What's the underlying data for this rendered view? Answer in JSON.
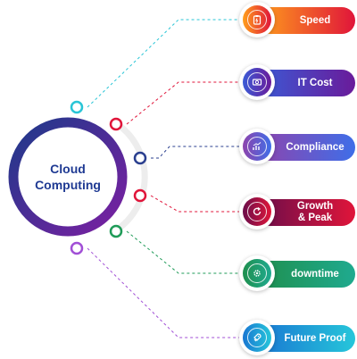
{
  "center": {
    "label_line1": "Cloud",
    "label_line2": "Computing"
  },
  "items": [
    {
      "label": "Speed",
      "icon": "clipboard-icon",
      "color_start": "#ff9f1c",
      "color_end": "#e0153a"
    },
    {
      "label": "IT Cost",
      "icon": "money-icon",
      "color_start": "#3b5bd6",
      "color_end": "#6a1b9a"
    },
    {
      "label": "Compliance",
      "icon": "growth-chart-icon",
      "color_start": "#8e44ad",
      "color_end": "#3f6ee8"
    },
    {
      "label": "Growth\n& Peak",
      "icon": "refresh-icon",
      "color_start": "#6a0d4a",
      "color_end": "#e0153a"
    },
    {
      "label": "downtime",
      "icon": "gear-icon",
      "color_start": "#1f8f4e",
      "color_end": "#1faa8f"
    },
    {
      "label": "Future Proof",
      "icon": "rocket-icon",
      "color_start": "#1976d2",
      "color_end": "#26c6da"
    }
  ]
}
